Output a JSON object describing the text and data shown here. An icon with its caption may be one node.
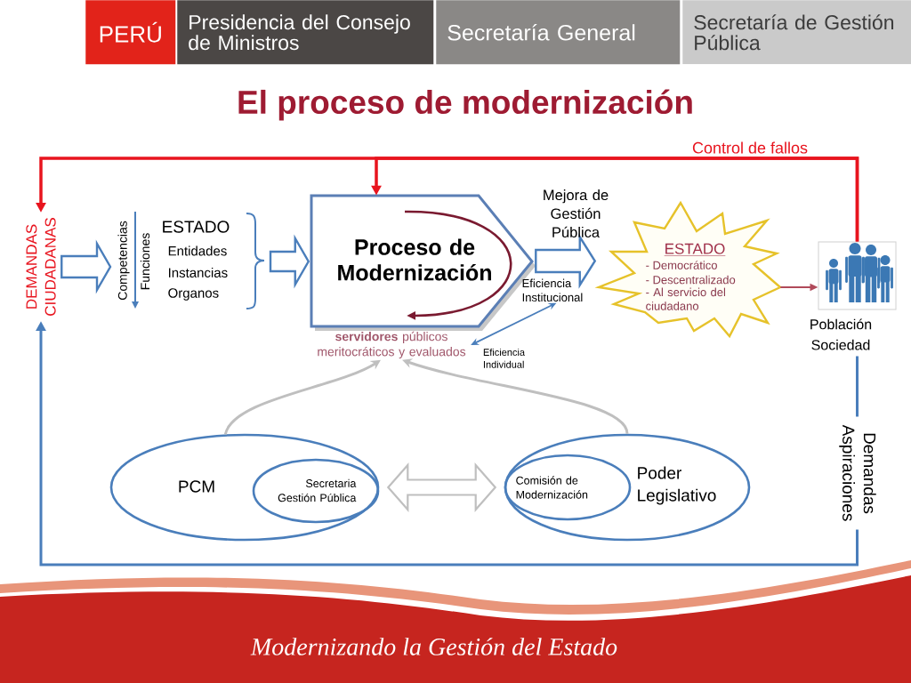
{
  "diagram": {
    "title": "El proceso de modernización",
    "nodes": [
      {
        "text": [
          "PERÚ"
        ]
      },
      {
        "text": [
          "Presidencia del Consejo de Ministros"
        ]
      },
      {
        "text": [
          "Secretaría General"
        ]
      },
      {
        "text": [
          "Secretaría de Gestión Pública"
        ]
      },
      {
        "text": [
          "DEMANDAS CIUDADANAS"
        ]
      },
      {
        "text": [
          "Competencias",
          "Funciones",
          "ESTADO",
          "Entidades",
          "Instancias",
          "Organos"
        ]
      },
      {
        "text": [
          "Proceso de Modernización"
        ]
      },
      {
        "text": [
          "ESTADO",
          "- Democrático",
          "- Descentralizado",
          "- Al servicio del ciudadano"
        ]
      },
      {
        "text": [],
        "shape": "picture",
        "beside": [
          "Población Sociedad"
        ]
      },
      {
        "text": [
          "Eficiencia Institucional"
        ]
      },
      {
        "text": [
          "**servidores** públicos meritocráticos y evaluados"
        ]
      },
      {
        "text": [
          "PCM"
        ]
      },
      {
        "text": [
          "Secretaria Gestión Pública"
        ],
        "in": 11
      },
      {
        "text": [
          "Poder Legislativo"
        ]
      },
      {
        "text": [
          "Comisión de Modernización"
        ],
        "in": 13
      }
    ],
    "edges": [
      {
        "from": 8,
        "to": 4,
        "arrow": "to",
        "label": "Control de fallos",
        "color": "#e8141e"
      },
      {
        "from": 8,
        "to": 6,
        "arrow": "to",
        "color": "#e8141e"
      },
      {
        "from": 4,
        "to": 5,
        "arrow": "to",
        "style": "thick"
      },
      {
        "from": 5,
        "to": 6,
        "arrow": "to",
        "style": "thick"
      },
      {
        "from": 6,
        "to": 7,
        "arrow": "to",
        "style": "thick",
        "label": "Mejora de Gestión Pública"
      },
      {
        "from": 7,
        "to": 8,
        "arrow": "to",
        "color": "#b04a5a"
      },
      {
        "from": 10,
        "to": 9,
        "arrow": "both",
        "label": "Eficiencia Individual",
        "color": "#4a7ebb"
      },
      {
        "from": 11,
        "to": 10,
        "arrow": "to",
        "color": "#bfbfbf"
      },
      {
        "from": 13,
        "to": 10,
        "arrow": "to",
        "color": "#bfbfbf"
      },
      {
        "from": 11,
        "to": 13,
        "arrow": "both",
        "style": "thick",
        "color": "#bfbfbf"
      },
      {
        "from": 8,
        "to": 4,
        "arrow": "to",
        "label": "Demandas Aspiraciones",
        "color": "#4a7ebb"
      }
    ],
    "labels": [
      "Modernizando la Gestión del Estado"
    ]
  }
}
